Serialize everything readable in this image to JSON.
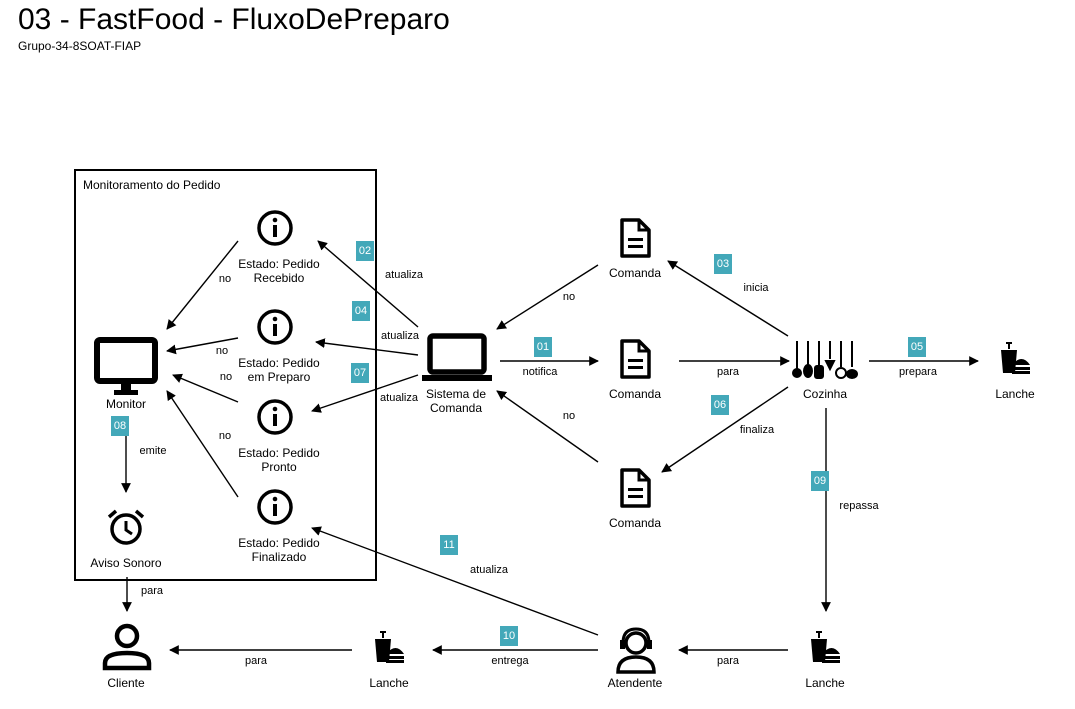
{
  "title": "03 - FastFood - FluxoDePreparo",
  "subtitle": "Grupo-34-8SOAT-FIAP",
  "group": {
    "label": "Monitoramento do Pedido"
  },
  "nodes": {
    "recebido": "Estado: Pedido\nRecebido",
    "preparo": "Estado: Pedido\nem Preparo",
    "pronto": "Estado: Pedido\nPronto",
    "finalizado": "Estado: Pedido\nFinalizado",
    "monitor": "Monitor",
    "aviso": "Aviso Sonoro",
    "sistema": "Sistema de\nComanda",
    "comanda_top": "Comanda",
    "comanda_mid": "Comanda",
    "comanda_bot": "Comanda",
    "cozinha": "Cozinha",
    "lanche_right": "Lanche",
    "lanche_bottom_right": "Lanche",
    "atendente": "Atendente",
    "lanche_bottom_mid": "Lanche",
    "cliente": "Cliente"
  },
  "edges": {
    "no_1": "no",
    "no_2": "no",
    "no_3": "no",
    "no_4": "no",
    "atualiza_02": "atualiza",
    "atualiza_04": "atualiza",
    "atualiza_07": "atualiza",
    "emite": "emite",
    "para_cliente": "para",
    "no_comanda_top": "no",
    "notifica": "notifica",
    "no_comanda_bot": "no",
    "inicia": "inicia",
    "para_cozinha": "para",
    "finaliza": "finaliza",
    "prepara": "prepara",
    "repassa": "repassa",
    "para_atendente": "para",
    "entrega": "entrega",
    "para_lanche": "para",
    "atualiza_11": "atualiza"
  },
  "steps": {
    "s01": "01",
    "s02": "02",
    "s03": "03",
    "s04": "04",
    "s05": "05",
    "s06": "06",
    "s07": "07",
    "s08": "08",
    "s09": "09",
    "s10": "10",
    "s11": "11"
  },
  "colors": {
    "step_badge": "#43a8b9",
    "lines": "#000000"
  },
  "icons": {
    "state": "info-icon",
    "monitor": "monitor-icon",
    "alarm": "alarm-clock-icon",
    "laptop": "laptop-icon",
    "document": "document-icon",
    "kitchen": "kitchen-utensils-icon",
    "food": "fast-food-icon",
    "headset": "support-agent-icon",
    "person": "person-icon"
  }
}
